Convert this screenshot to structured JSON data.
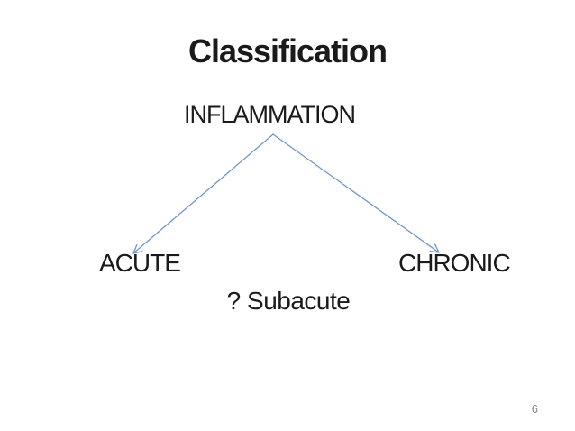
{
  "slide": {
    "title": "Classification",
    "page_number": "6"
  },
  "diagram": {
    "root": "INFLAMMATION",
    "left": "ACUTE",
    "right": "CHRONIC",
    "center": "? Subacute"
  },
  "colors": {
    "arrow": "#7295c8",
    "text": "#1a1a1a",
    "page_number": "#8c8c8c",
    "background": "#ffffff"
  }
}
